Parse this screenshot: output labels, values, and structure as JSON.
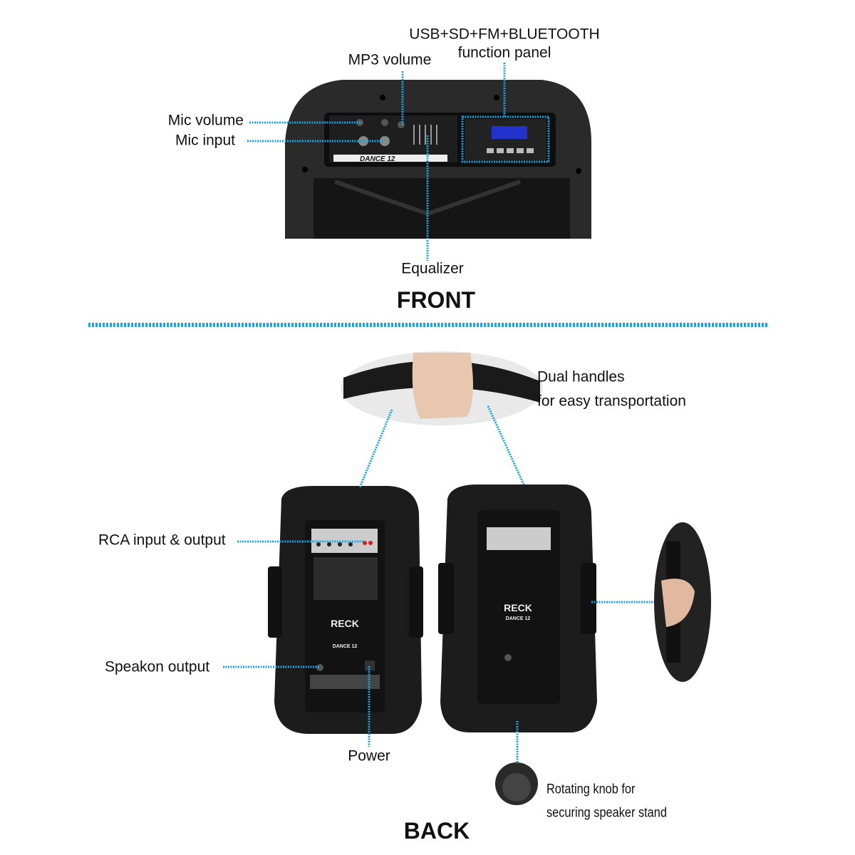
{
  "front": {
    "heading": "FRONT",
    "panel_model": "DANCE 12",
    "labels": {
      "function_panel_line1": "USB+SD+FM+BLUETOOTH",
      "function_panel_line2": "function panel",
      "mp3_volume": "MP3 volume",
      "mic_volume": "Mic volume",
      "mic_input": "Mic input",
      "equalizer": "Equalizer"
    }
  },
  "back": {
    "heading": "BACK",
    "brand": "RECK",
    "model": "DANCE 12",
    "labels": {
      "handles_line1": "Dual handles",
      "handles_line2": "for easy transportation",
      "rca": "RCA input & output",
      "speakon": "Speakon output",
      "power": "Power",
      "knob_line1": "Rotating knob for",
      "knob_line2": "securing speaker stand"
    }
  },
  "colors": {
    "callout": "#1ba3e2",
    "speaker": "#1c1c1c"
  }
}
